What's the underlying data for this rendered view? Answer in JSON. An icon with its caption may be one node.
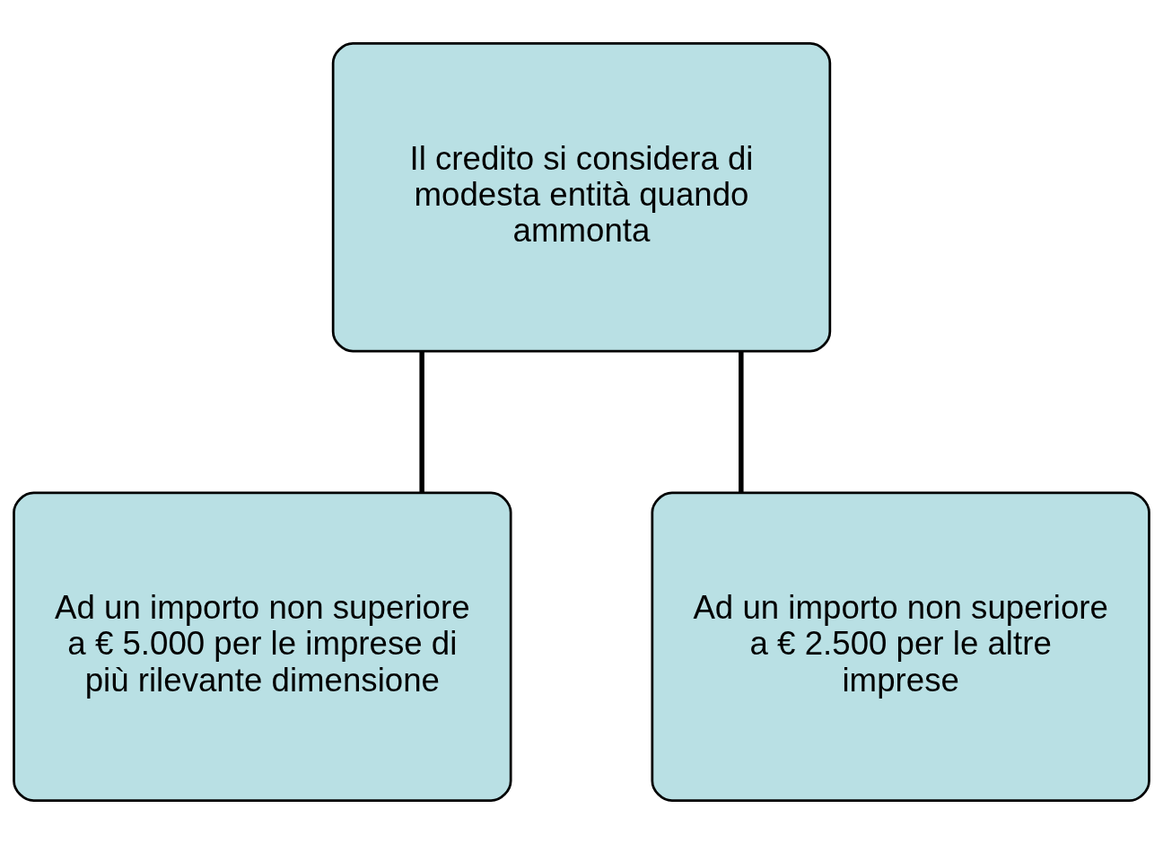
{
  "diagram": {
    "nodes": [
      {
        "text": [
          "Il credito si considera di modesta entità quando ammonta"
        ]
      },
      {
        "text": [
          "Ad un importo non superiore a € 5.000 per le imprese di più rilevante dimensione"
        ]
      },
      {
        "text": [
          "Ad un importo non superiore a € 2.500 per le altre imprese"
        ]
      }
    ],
    "edges": [
      {
        "from": 0,
        "to": 1,
        "arrow": "none"
      },
      {
        "from": 0,
        "to": 2,
        "arrow": "none"
      }
    ]
  }
}
